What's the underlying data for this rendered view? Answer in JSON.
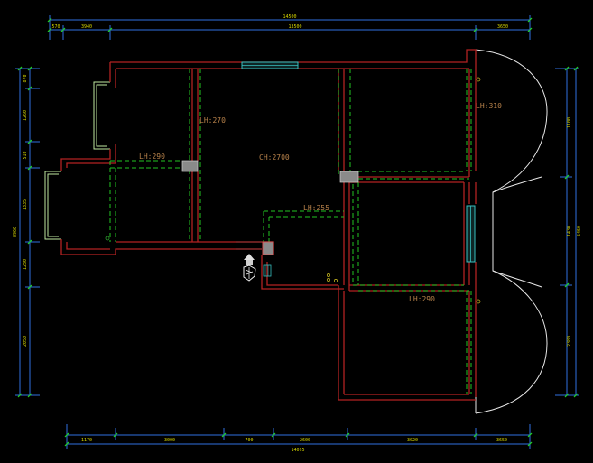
{
  "drawing": {
    "ceiling_height_label": "CH:2700",
    "room_labels": {
      "living_west": "LH:270",
      "dining": "LH:290",
      "bedroom_ne": "LH:310",
      "corridor": "LH:255",
      "bedroom_se": "LH:290"
    },
    "dimensions": {
      "top_total": "14500",
      "top_segments": [
        "570",
        "3940",
        "13500",
        "3650"
      ],
      "bottom_total": "14095",
      "bottom_segments": [
        "1170",
        "3000",
        "700",
        "2600",
        "3020",
        "3650"
      ],
      "left_segments": [
        "870",
        "1260",
        "510",
        "1335",
        "1280",
        "2050"
      ],
      "left_total": "8960",
      "right_segments": [
        "1100",
        "1430",
        "2380"
      ],
      "right_total": "5460"
    }
  }
}
